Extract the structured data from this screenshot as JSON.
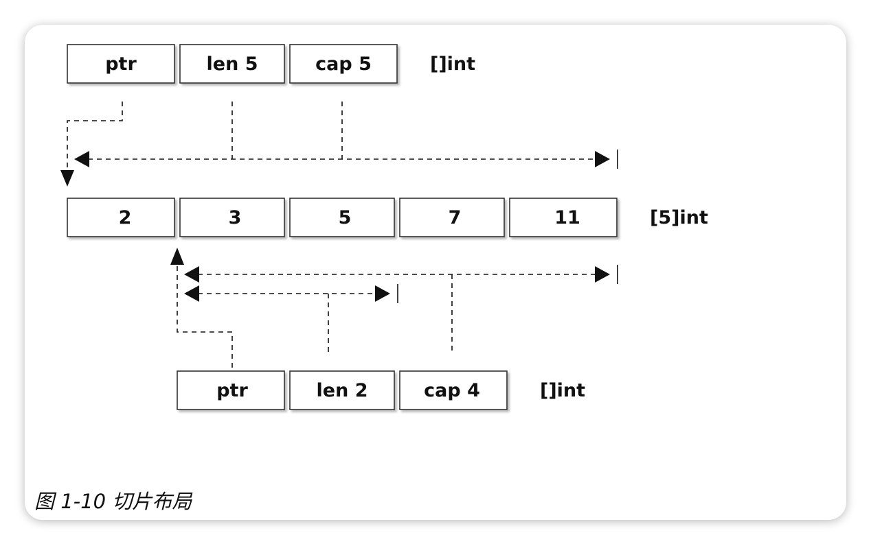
{
  "top_slice": {
    "fields": [
      "ptr",
      "len 5",
      "cap 5"
    ],
    "type_label": "[]int"
  },
  "array": {
    "values": [
      "2",
      "3",
      "5",
      "7",
      "11"
    ],
    "type_label": "[5]int"
  },
  "bottom_slice": {
    "fields": [
      "ptr",
      "len 2",
      "cap 4"
    ],
    "type_label": "[]int"
  },
  "caption": "图 1-10 切片布局"
}
